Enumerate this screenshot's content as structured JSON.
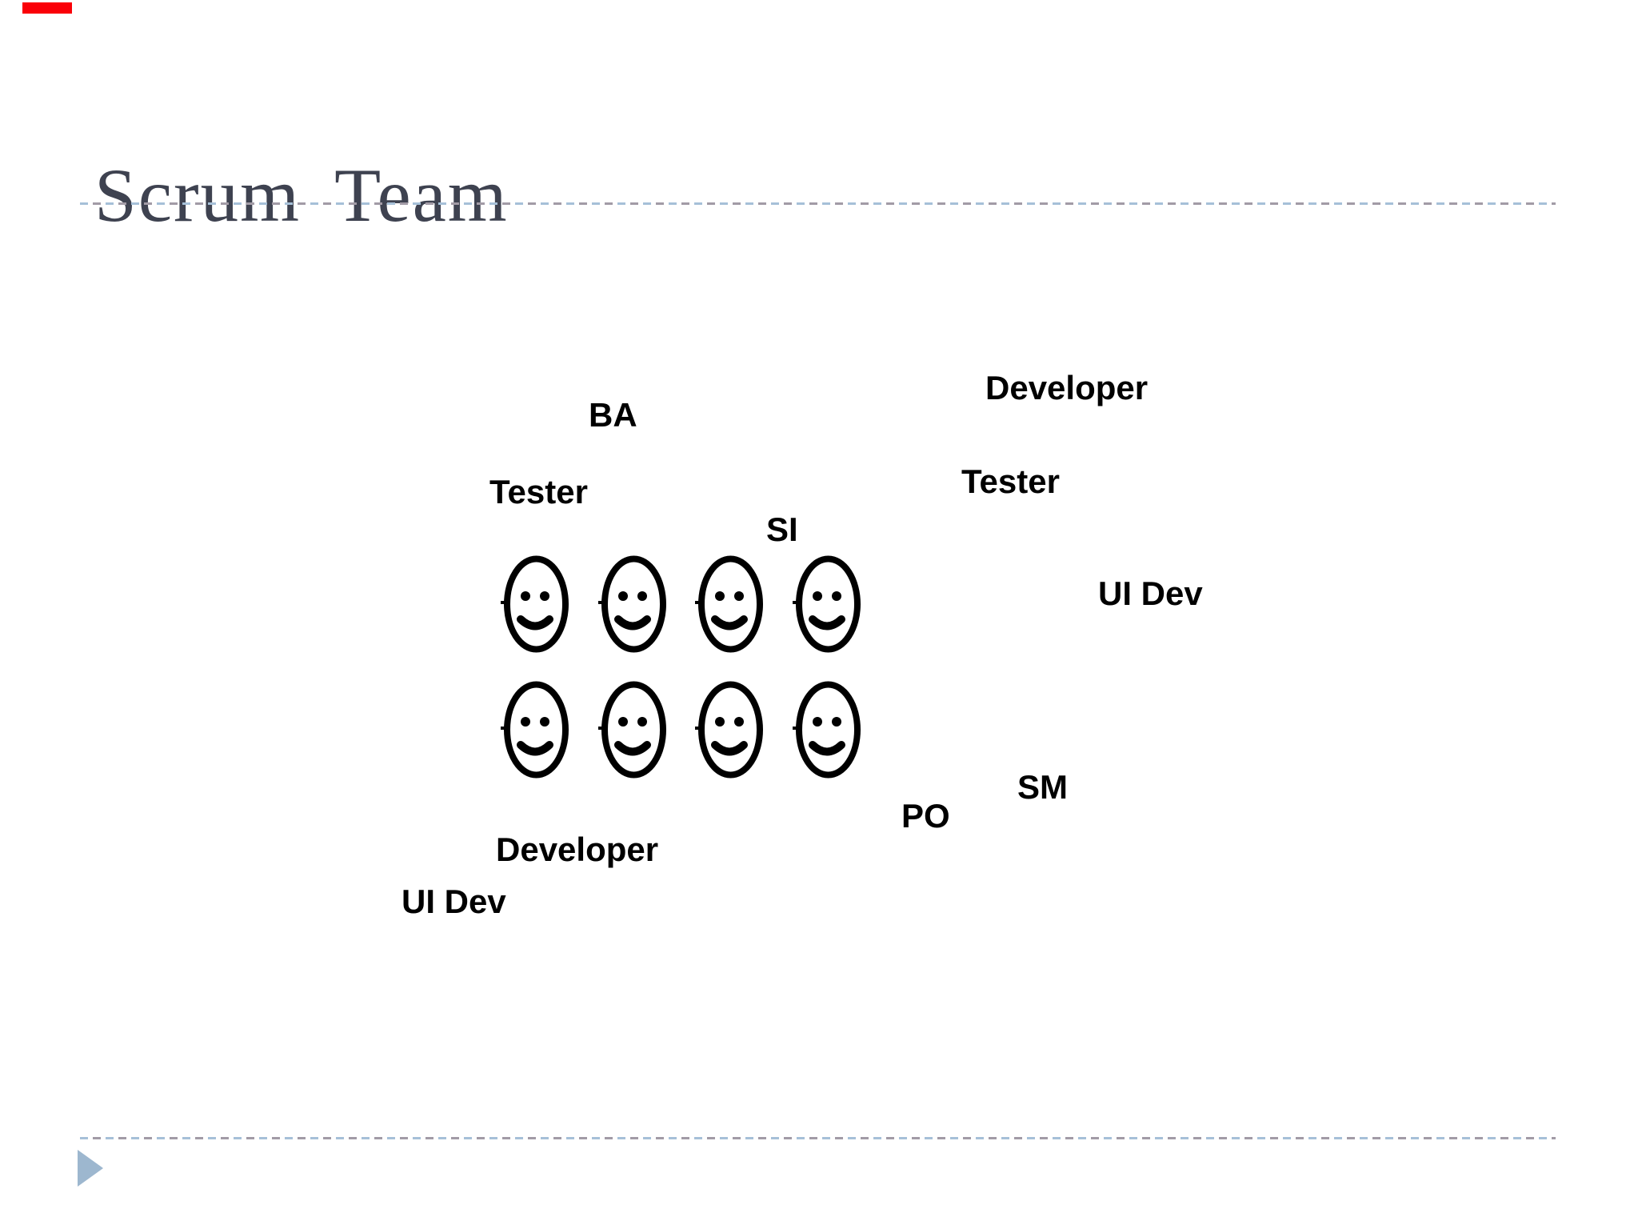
{
  "slide": {
    "title": "Scrum Team",
    "colors": {
      "title_text": "#3e4250",
      "dash_blue": "#a6c0d8",
      "dash_gray": "#a29ba6",
      "arrow_blue": "#9db7cf",
      "marker_red": "#fa0008",
      "label_text": "#000000",
      "background": "#ffffff"
    },
    "footer": {
      "arrow_icon": "play-triangle"
    }
  },
  "diagram": {
    "team_size": 8,
    "person_icon": "smiley-face",
    "roles": {
      "ba": "BA",
      "developer_top": "Developer",
      "tester_left": "Tester",
      "tester_right": "Tester",
      "si": "SI",
      "ui_dev_right": "UI Dev",
      "sm": "SM",
      "po": "PO",
      "developer_bottom": "Developer",
      "ui_dev_bottom": "UI Dev"
    }
  }
}
